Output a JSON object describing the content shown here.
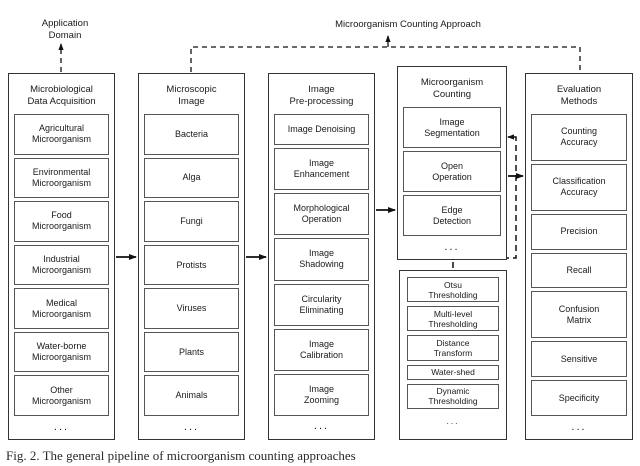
{
  "headers": {
    "application_domain": "Application\nDomain",
    "counting_approach": "Microorganism Counting Approach"
  },
  "columns": [
    {
      "id": "acq",
      "title": "Microbiological\nData Acquisition",
      "items": [
        "Agricultural\nMicroorganism",
        "Environmental\nMicroorganism",
        "Food\nMicroorganism",
        "Industrial\nMicroorganism",
        "Medical\nMicroorganism",
        "Water-borne\nMicroorganism",
        "Other\nMicroorganism"
      ],
      "ellipsis": "..."
    },
    {
      "id": "img",
      "title": "Microscopic\nImage",
      "items": [
        "Bacteria",
        "Alga",
        "Fungi",
        "Protists",
        "Viruses",
        "Plants",
        "Animals"
      ],
      "ellipsis": "..."
    },
    {
      "id": "pre",
      "title": "Image\nPre-processing",
      "items": [
        "Image Denoising",
        "Image\nEnhancement",
        "Morphological\nOperation",
        "Image\nShadowing",
        "Circularity\nEliminating",
        "Image\nCalibration",
        "Image\nZooming"
      ],
      "ellipsis": "..."
    },
    {
      "id": "count",
      "title": "Microorganism\nCounting",
      "items": [
        "Image\nSegmentation",
        "Open\nOperation",
        "Edge\nDetection"
      ],
      "ellipsis": "..."
    },
    {
      "id": "thr",
      "title": "",
      "items": [
        "Otsu\nThresholding",
        "Multi-level\nThresholding",
        "Distance\nTransform",
        "Water-shed",
        "Dynamic\nThresholding"
      ],
      "ellipsis": "..."
    },
    {
      "id": "eval",
      "title": "Evaluation\nMethods",
      "items": [
        "Counting\nAccuracy",
        "Classification\nAccuracy",
        "Precision",
        "Recall",
        "Confusion\nMatrix",
        "Sensitive",
        "Specificity"
      ],
      "ellipsis": "..."
    }
  ],
  "caption": "Fig. 2. The general pipeline of microorganism counting approaches",
  "colors": {
    "stroke": "#333333",
    "cell_stroke": "#555555",
    "text": "#1a1a1a",
    "background": "#ffffff"
  }
}
